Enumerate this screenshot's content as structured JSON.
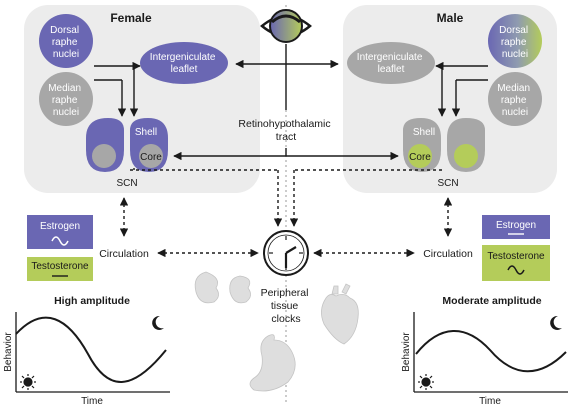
{
  "female": {
    "title": "Female",
    "dorsal_raphe": [
      "Dorsal",
      "raphe",
      "nuclei"
    ],
    "median_raphe": [
      "Median",
      "raphe",
      "nuclei"
    ],
    "intergeniculate": [
      "Intergeniculate",
      "leaflet"
    ],
    "shell": "Shell",
    "core": "Core",
    "scn": "SCN",
    "estrogen": "Estrogen",
    "testosterone": "Testosterone",
    "circulation": "Circulation",
    "amplitude_title": "High amplitude",
    "ylabel": "Behavior",
    "xlabel": "Time"
  },
  "male": {
    "title": "Male",
    "dorsal_raphe": [
      "Dorsal",
      "raphe",
      "nuclei"
    ],
    "median_raphe": [
      "Median",
      "raphe",
      "nuclei"
    ],
    "intergeniculate": [
      "Intergeniculate",
      "leaflet"
    ],
    "shell": "Shell",
    "core": "Core",
    "scn": "SCN",
    "estrogen": "Estrogen",
    "testosterone": "Testosterone",
    "circulation": "Circulation",
    "amplitude_title": "Moderate amplitude",
    "ylabel": "Behavior",
    "xlabel": "Time"
  },
  "center": {
    "tract": [
      "Retinohypothalamic",
      "tract"
    ],
    "peripheral": [
      "Peripheral",
      "tissue",
      "clocks"
    ]
  },
  "icons": [
    "eye-icon",
    "clock-icon",
    "kidney-icon",
    "heart-icon",
    "stomach-icon",
    "sun-icon",
    "moon-icon"
  ],
  "colors": {
    "purple": "#6a67b3",
    "green": "#b4cc5a",
    "gray": "#a7a7a7",
    "panel": "#ececec"
  }
}
